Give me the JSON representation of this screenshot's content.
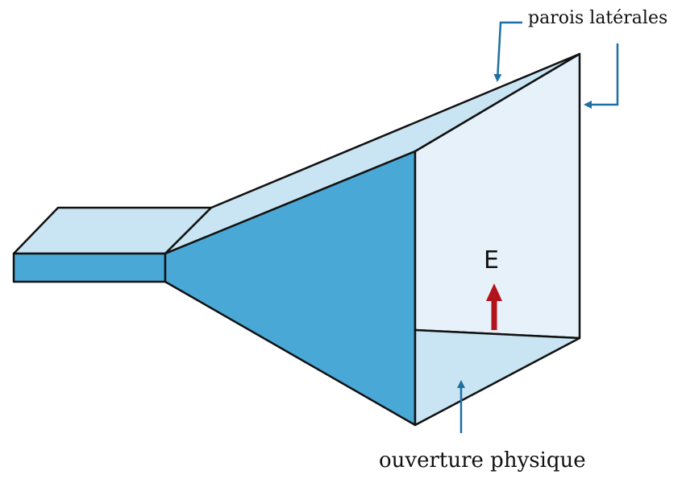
{
  "labels": {
    "side_walls": "parois latérales",
    "aperture": "ouverture physique",
    "field": "E"
  },
  "colors": {
    "face_dark": "#4aa8d6",
    "face_light": "#c9e4f2",
    "face_pale": "#e6f1f9",
    "outline": "#111111",
    "pointer_arrow": "#1f6fa3",
    "field_arrow": "#b3141b"
  }
}
